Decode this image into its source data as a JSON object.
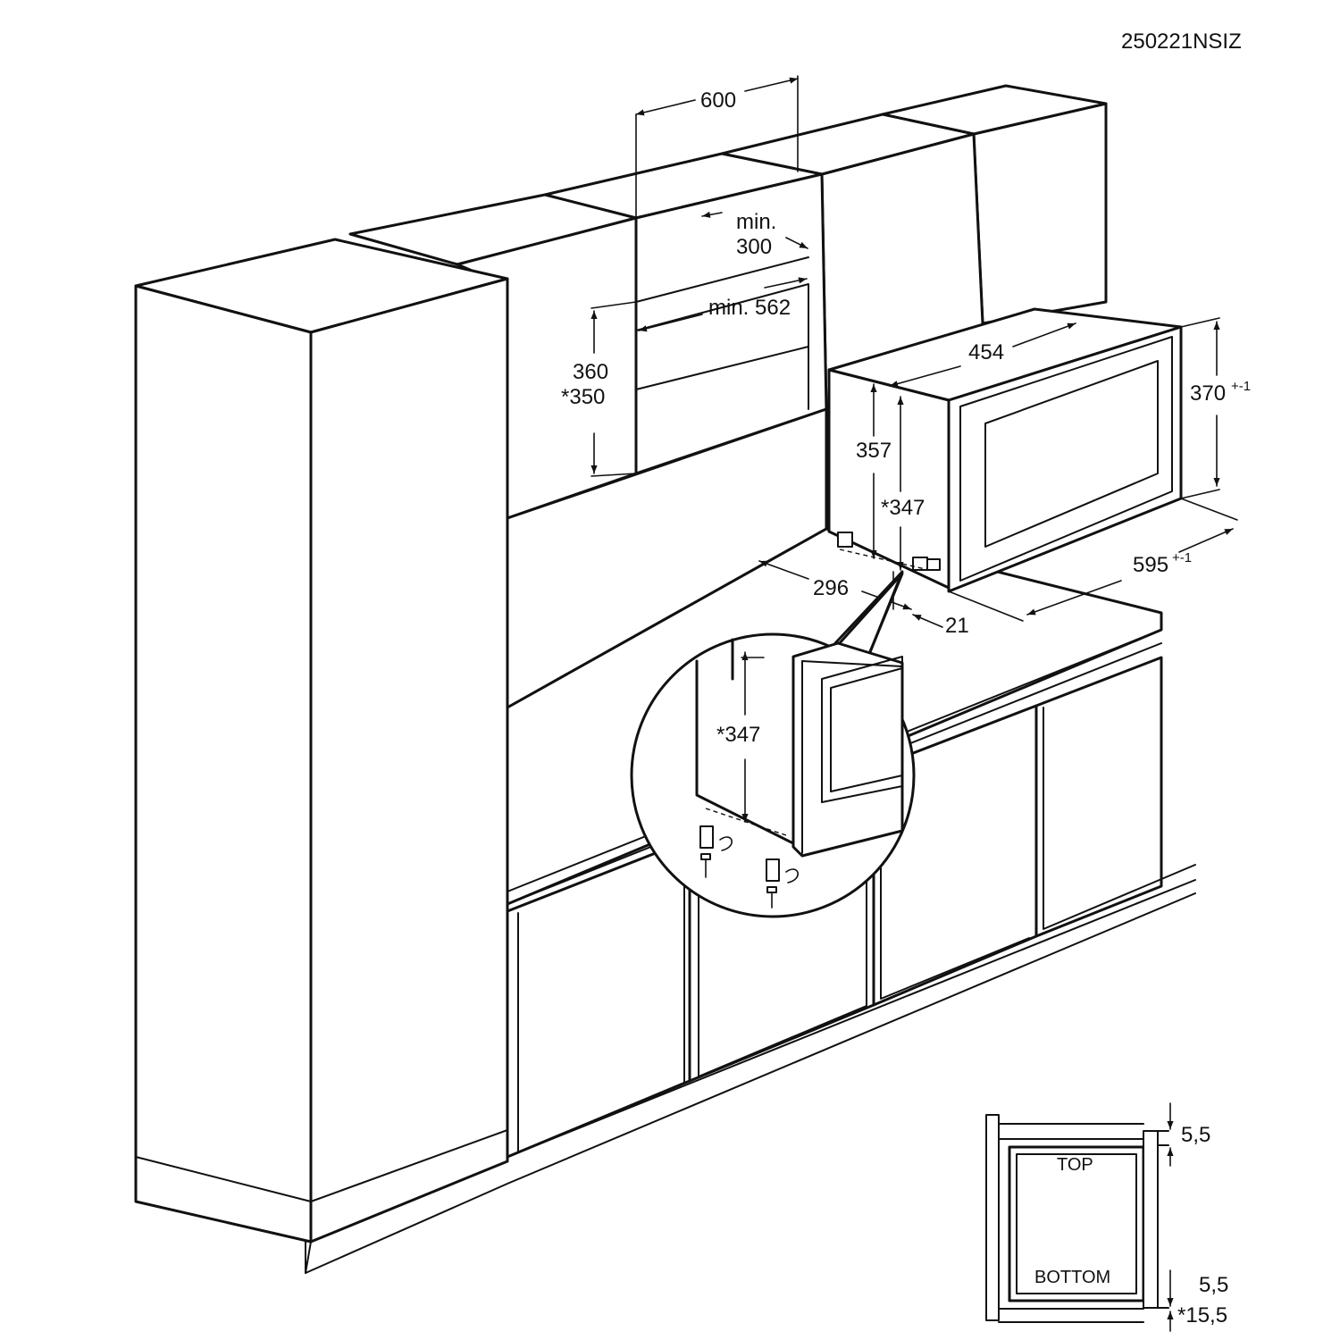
{
  "drawing_code": "250221NSIZ",
  "dimensions": {
    "width_600": "600",
    "min_300_a": "min.",
    "min_300_b": "300",
    "min_562": "min. 562",
    "height_360": "360",
    "height_350": "*350",
    "depth_454": "454",
    "height_370": "370",
    "height_370_tol": "+-1",
    "height_357": "357",
    "height_347": "*347",
    "depth_296": "296",
    "width_595": "595",
    "width_595_tol": "+-1",
    "offset_21": "21",
    "detail_347": "*347"
  },
  "section": {
    "top_label": "TOP",
    "bottom_label": "BOTTOM",
    "gap_top": "5,5",
    "gap_bottom": "5,5",
    "gap_bottom_alt": "*15,5"
  }
}
